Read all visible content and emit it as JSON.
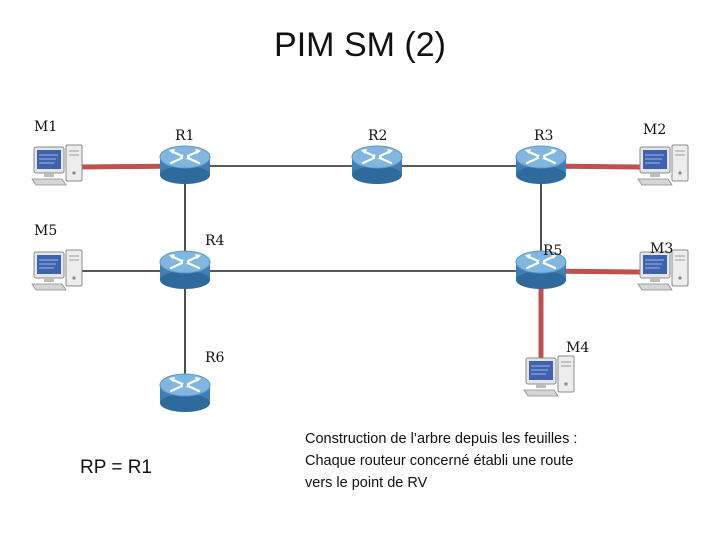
{
  "slide": {
    "title": "PIM SM (2)",
    "rp_note": "RP = R1",
    "caption": [
      "Construction de l’arbre depuis les feuilles :",
      "Chaque routeur concerné établi une route",
      "vers le point de RV"
    ]
  },
  "colors": {
    "tree_link": "#c0504d",
    "plain_link": "#222222",
    "router_top": "#7fb7e0",
    "router_side": "#3f7fb3",
    "router_arrows": "#ffffff",
    "pc_screen": "#3f62b0"
  },
  "routers": [
    {
      "id": "R1",
      "label": "R1",
      "icon": "router-icon"
    },
    {
      "id": "R2",
      "label": "R2",
      "icon": "router-icon"
    },
    {
      "id": "R3",
      "label": "R3",
      "icon": "router-icon"
    },
    {
      "id": "R4",
      "label": "R4",
      "icon": "router-icon"
    },
    {
      "id": "R5",
      "label": "R5",
      "icon": "router-icon"
    },
    {
      "id": "R6",
      "label": "R6",
      "icon": "router-icon"
    }
  ],
  "hosts": [
    {
      "id": "M1",
      "label": "M1",
      "icon": "computer-icon"
    },
    {
      "id": "M2",
      "label": "M2",
      "icon": "computer-icon"
    },
    {
      "id": "M3",
      "label": "M3",
      "icon": "computer-icon"
    },
    {
      "id": "M4",
      "label": "M4",
      "icon": "computer-icon"
    },
    {
      "id": "M5",
      "label": "M5",
      "icon": "computer-icon"
    }
  ],
  "links": [
    {
      "from": "M1",
      "to": "R1",
      "style": "tree"
    },
    {
      "from": "R1",
      "to": "R2",
      "style": "plain"
    },
    {
      "from": "R2",
      "to": "R3",
      "style": "plain"
    },
    {
      "from": "R3",
      "to": "M2",
      "style": "tree"
    },
    {
      "from": "R1",
      "to": "R4",
      "style": "plain"
    },
    {
      "from": "R3",
      "to": "R5",
      "style": "plain"
    },
    {
      "from": "M5",
      "to": "R4",
      "style": "plain"
    },
    {
      "from": "R4",
      "to": "R5",
      "style": "plain"
    },
    {
      "from": "R5",
      "to": "M3",
      "style": "tree"
    },
    {
      "from": "R4",
      "to": "R6",
      "style": "plain"
    },
    {
      "from": "R5",
      "to": "M4",
      "style": "tree"
    }
  ]
}
